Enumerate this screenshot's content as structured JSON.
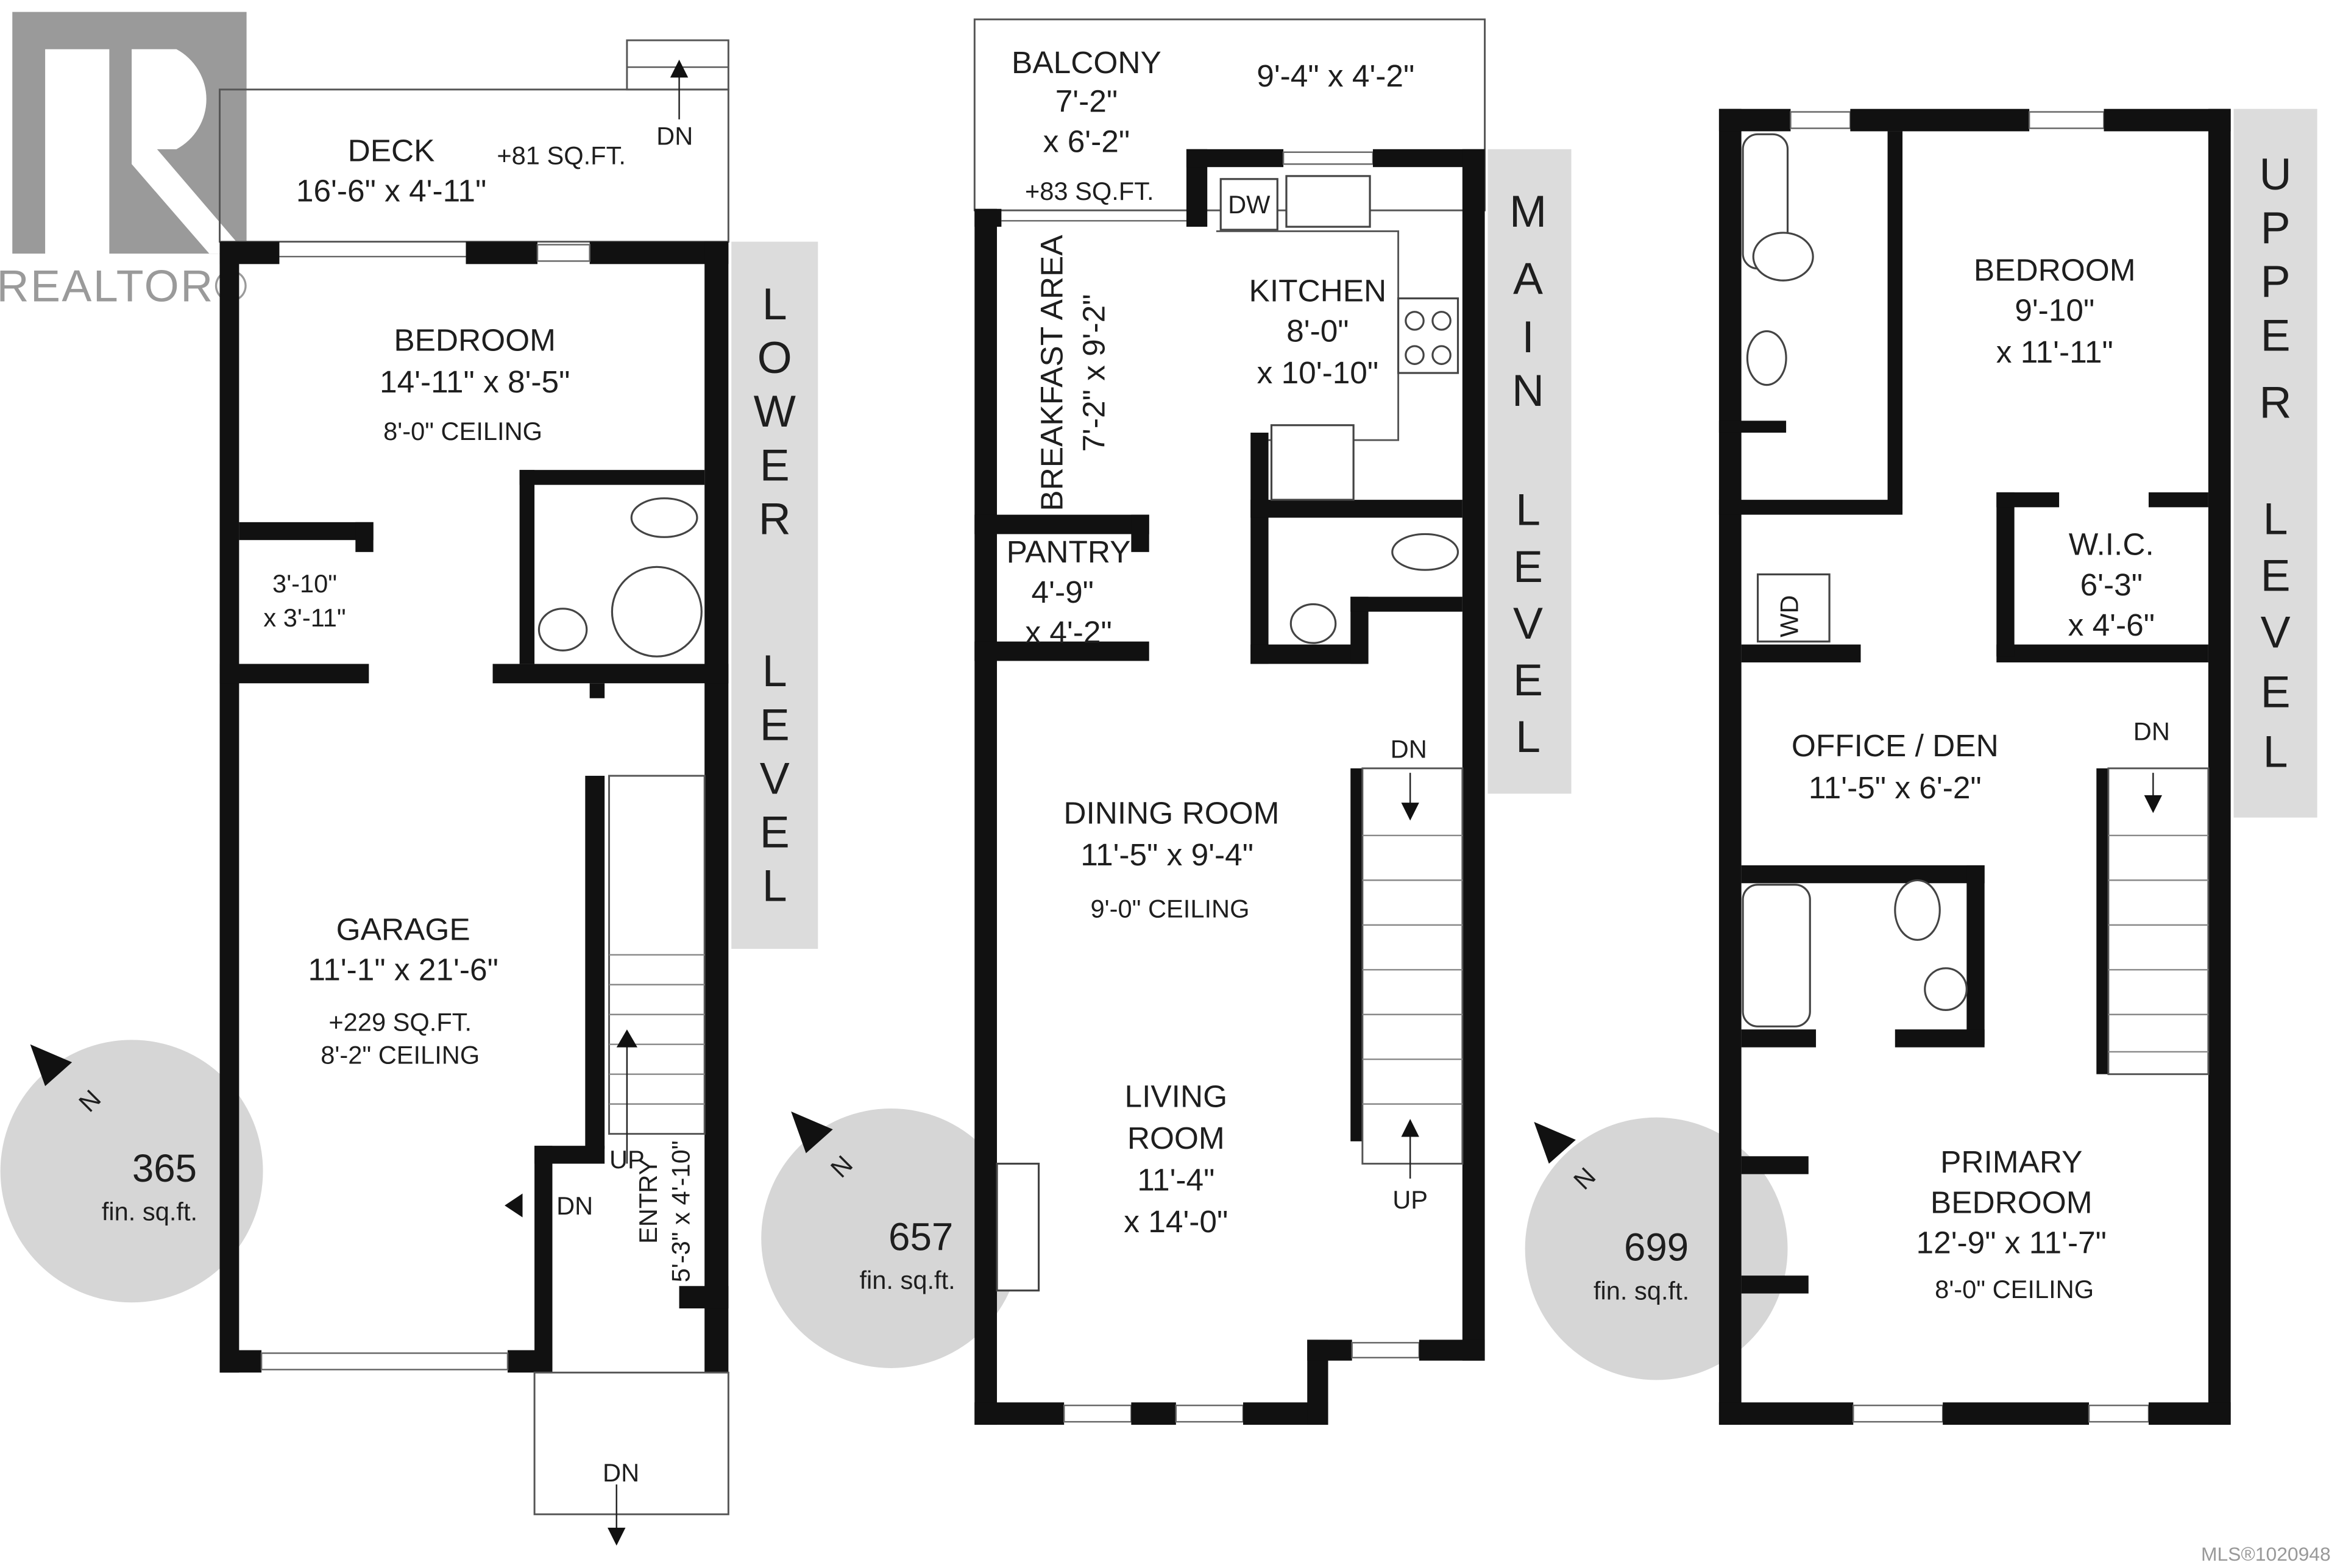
{
  "logo": {
    "brand": "REALTOR®"
  },
  "footer": {
    "mls": "MLS®1020948"
  },
  "colors": {
    "wall": "#111111",
    "band": "#dcdcdc",
    "compass": "#d6d6d6",
    "logo": "#9a9a9a"
  },
  "lower_level": {
    "band_label": [
      "L",
      "O",
      "W",
      "E",
      "R",
      "",
      "L",
      "E",
      "V",
      "E",
      "L"
    ],
    "area": "365",
    "area_unit": "fin. sq.ft.",
    "north": "N",
    "deck": {
      "name": "DECK",
      "size": "16'-6\" x 4'-11\"",
      "extra": "+81 SQ.FT.",
      "stairs": "DN"
    },
    "bedroom": {
      "name": "BEDROOM",
      "size": "14'-11\" x 8'-5\"",
      "ceiling": "8'-0\" CEILING"
    },
    "closet": {
      "size1": "3'-10\"",
      "size2": "x 3'-11\""
    },
    "garage": {
      "name": "GARAGE",
      "size": "11'-1\" x 21'-6\"",
      "extra": "+229 SQ.FT.",
      "ceiling": "8'-2\" CEILING"
    },
    "entry": {
      "name": "ENTRY",
      "size": "5'-3\" x 4'-10\""
    },
    "stairs_up": "UP",
    "entry_dn": "DN",
    "front_dn": "DN"
  },
  "main_level": {
    "band_label": [
      "M",
      "A",
      "I",
      "N",
      "",
      "L",
      "E",
      "V",
      "E",
      "L"
    ],
    "area": "657",
    "area_unit": "fin. sq.ft.",
    "north": "N",
    "balcony": {
      "name": "BALCONY",
      "size1": "7'-2\"",
      "size2": "x 6'-2\"",
      "extra": "+83 SQ.FT.",
      "size_alt": "9'-4\" x 4'-2\""
    },
    "breakfast": {
      "name": "BREAKFAST AREA",
      "size": "7'-2\" x 9'-2\""
    },
    "kitchen": {
      "name": "KITCHEN",
      "size1": "8'-0\"",
      "size2": "x 10'-10\"",
      "dw": "DW"
    },
    "pantry": {
      "name": "PANTRY",
      "size1": "4'-9\"",
      "size2": "x 4'-2\""
    },
    "dining": {
      "name": "DINING ROOM",
      "size": "11'-5\" x 9'-4\"",
      "ceiling": "9'-0\" CEILING"
    },
    "living": {
      "name1": "LIVING",
      "name2": "ROOM",
      "size1": "11'-4\"",
      "size2": "x 14'-0\""
    },
    "stairs_dn": "DN",
    "stairs_up": "UP"
  },
  "upper_level": {
    "band_label": [
      "U",
      "P",
      "P",
      "E",
      "R",
      "",
      "L",
      "E",
      "V",
      "E",
      "L"
    ],
    "area": "699",
    "area_unit": "fin. sq.ft.",
    "north": "N",
    "bedroom": {
      "name": "BEDROOM",
      "size1": "9'-10\"",
      "size2": "x 11'-11\""
    },
    "wic": {
      "name": "W.I.C.",
      "size1": "6'-3\"",
      "size2": "x 4'-6\""
    },
    "laundry": "WD",
    "office": {
      "name": "OFFICE / DEN",
      "size": "11'-5\" x 6'-2\""
    },
    "primary": {
      "name1": "PRIMARY",
      "name2": "BEDROOM",
      "size": "12'-9\" x 11'-7\"",
      "ceiling": "8'-0\" CEILING"
    },
    "stairs_dn": "DN"
  }
}
